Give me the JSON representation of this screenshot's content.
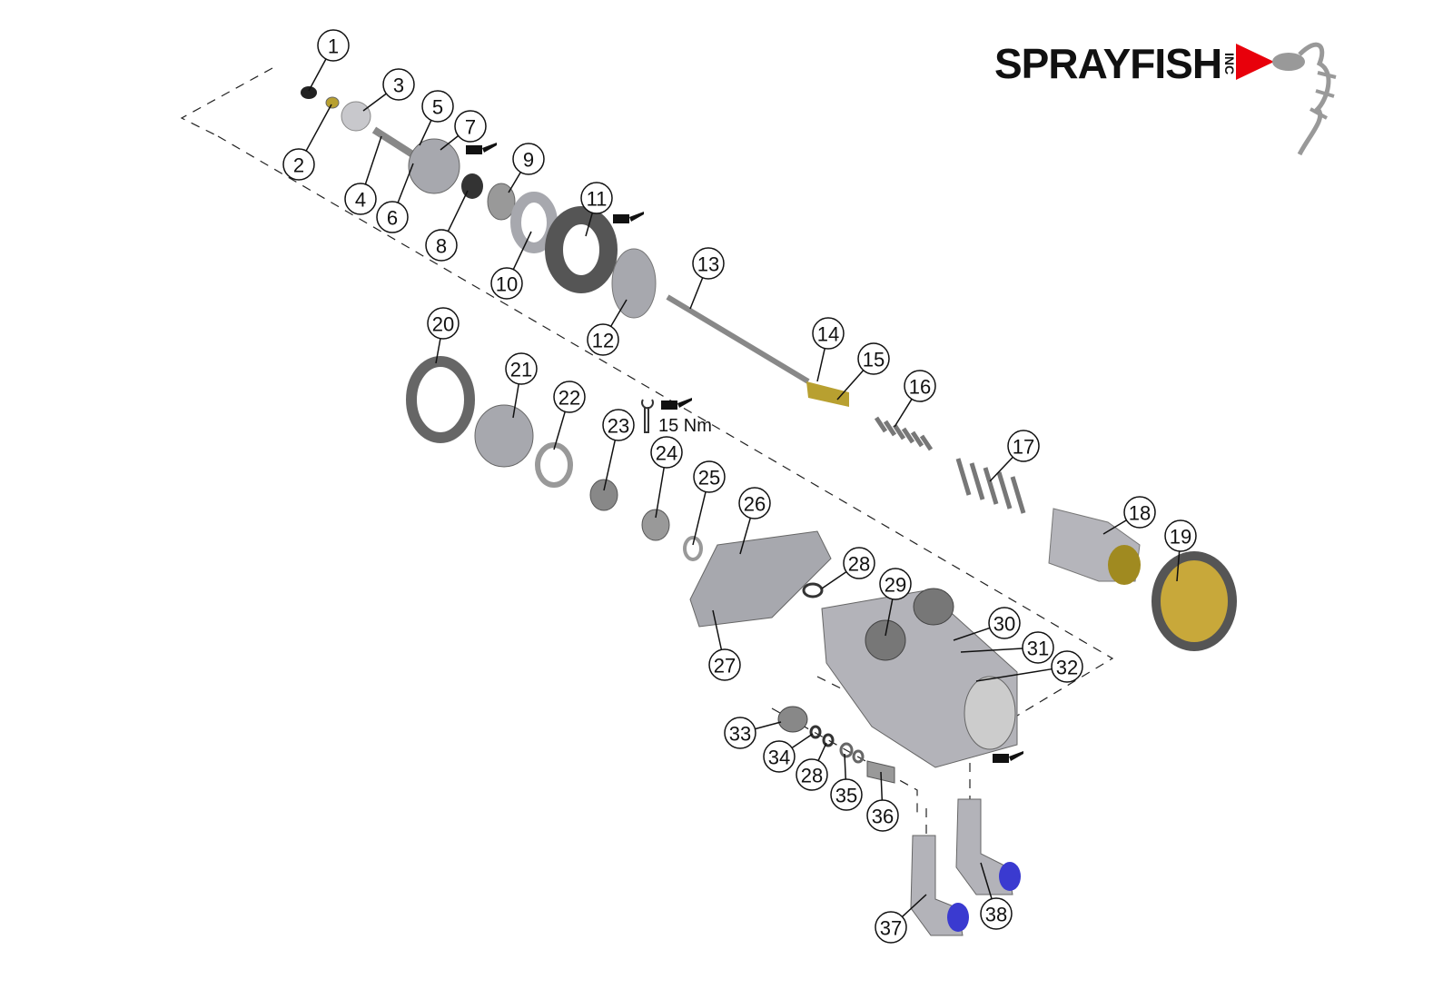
{
  "logo": {
    "name": "SPRAYFISH",
    "suffix": "INC",
    "accent": "#e8000b"
  },
  "torque_note": "15 Nm",
  "callouts": [
    "1",
    "2",
    "3",
    "4",
    "5",
    "6",
    "7",
    "8",
    "9",
    "10",
    "11",
    "12",
    "13",
    "14",
    "15",
    "16",
    "17",
    "18",
    "19",
    "20",
    "21",
    "22",
    "23",
    "24",
    "25",
    "26",
    "27",
    "28",
    "29",
    "30",
    "31",
    "32",
    "33",
    "34",
    "28",
    "35",
    "36",
    "37",
    "38"
  ],
  "colors": {
    "part": "#a7a8ae",
    "part_dark": "#6e6f75",
    "brass": "#b8a030",
    "fitting_blue": "#3a3ad0"
  }
}
